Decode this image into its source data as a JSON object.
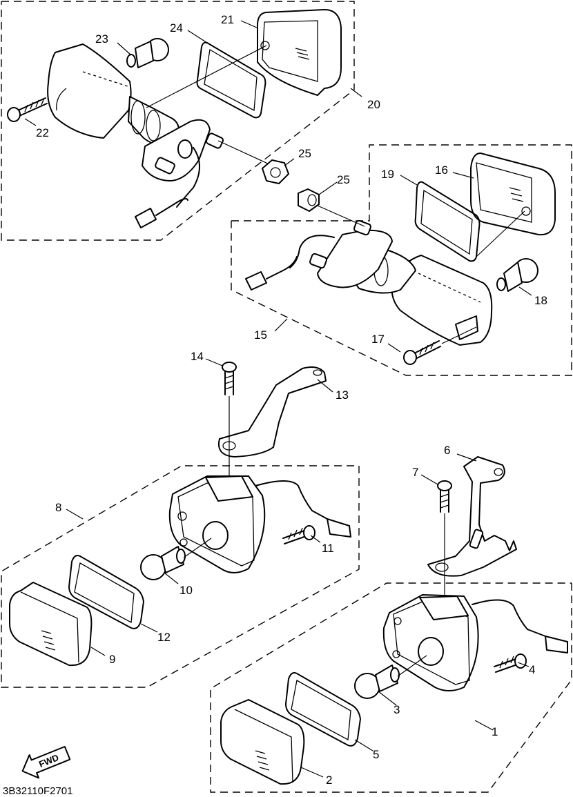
{
  "diagram": {
    "drawing_code": "3B32110F2701",
    "direction_label": "FWD",
    "callouts": [
      "1",
      "2",
      "3",
      "4",
      "5",
      "6",
      "7",
      "8",
      "9",
      "10",
      "11",
      "12",
      "13",
      "14",
      "15",
      "16",
      "17",
      "18",
      "19",
      "20",
      "21",
      "22",
      "23",
      "24",
      "25",
      "25"
    ]
  }
}
